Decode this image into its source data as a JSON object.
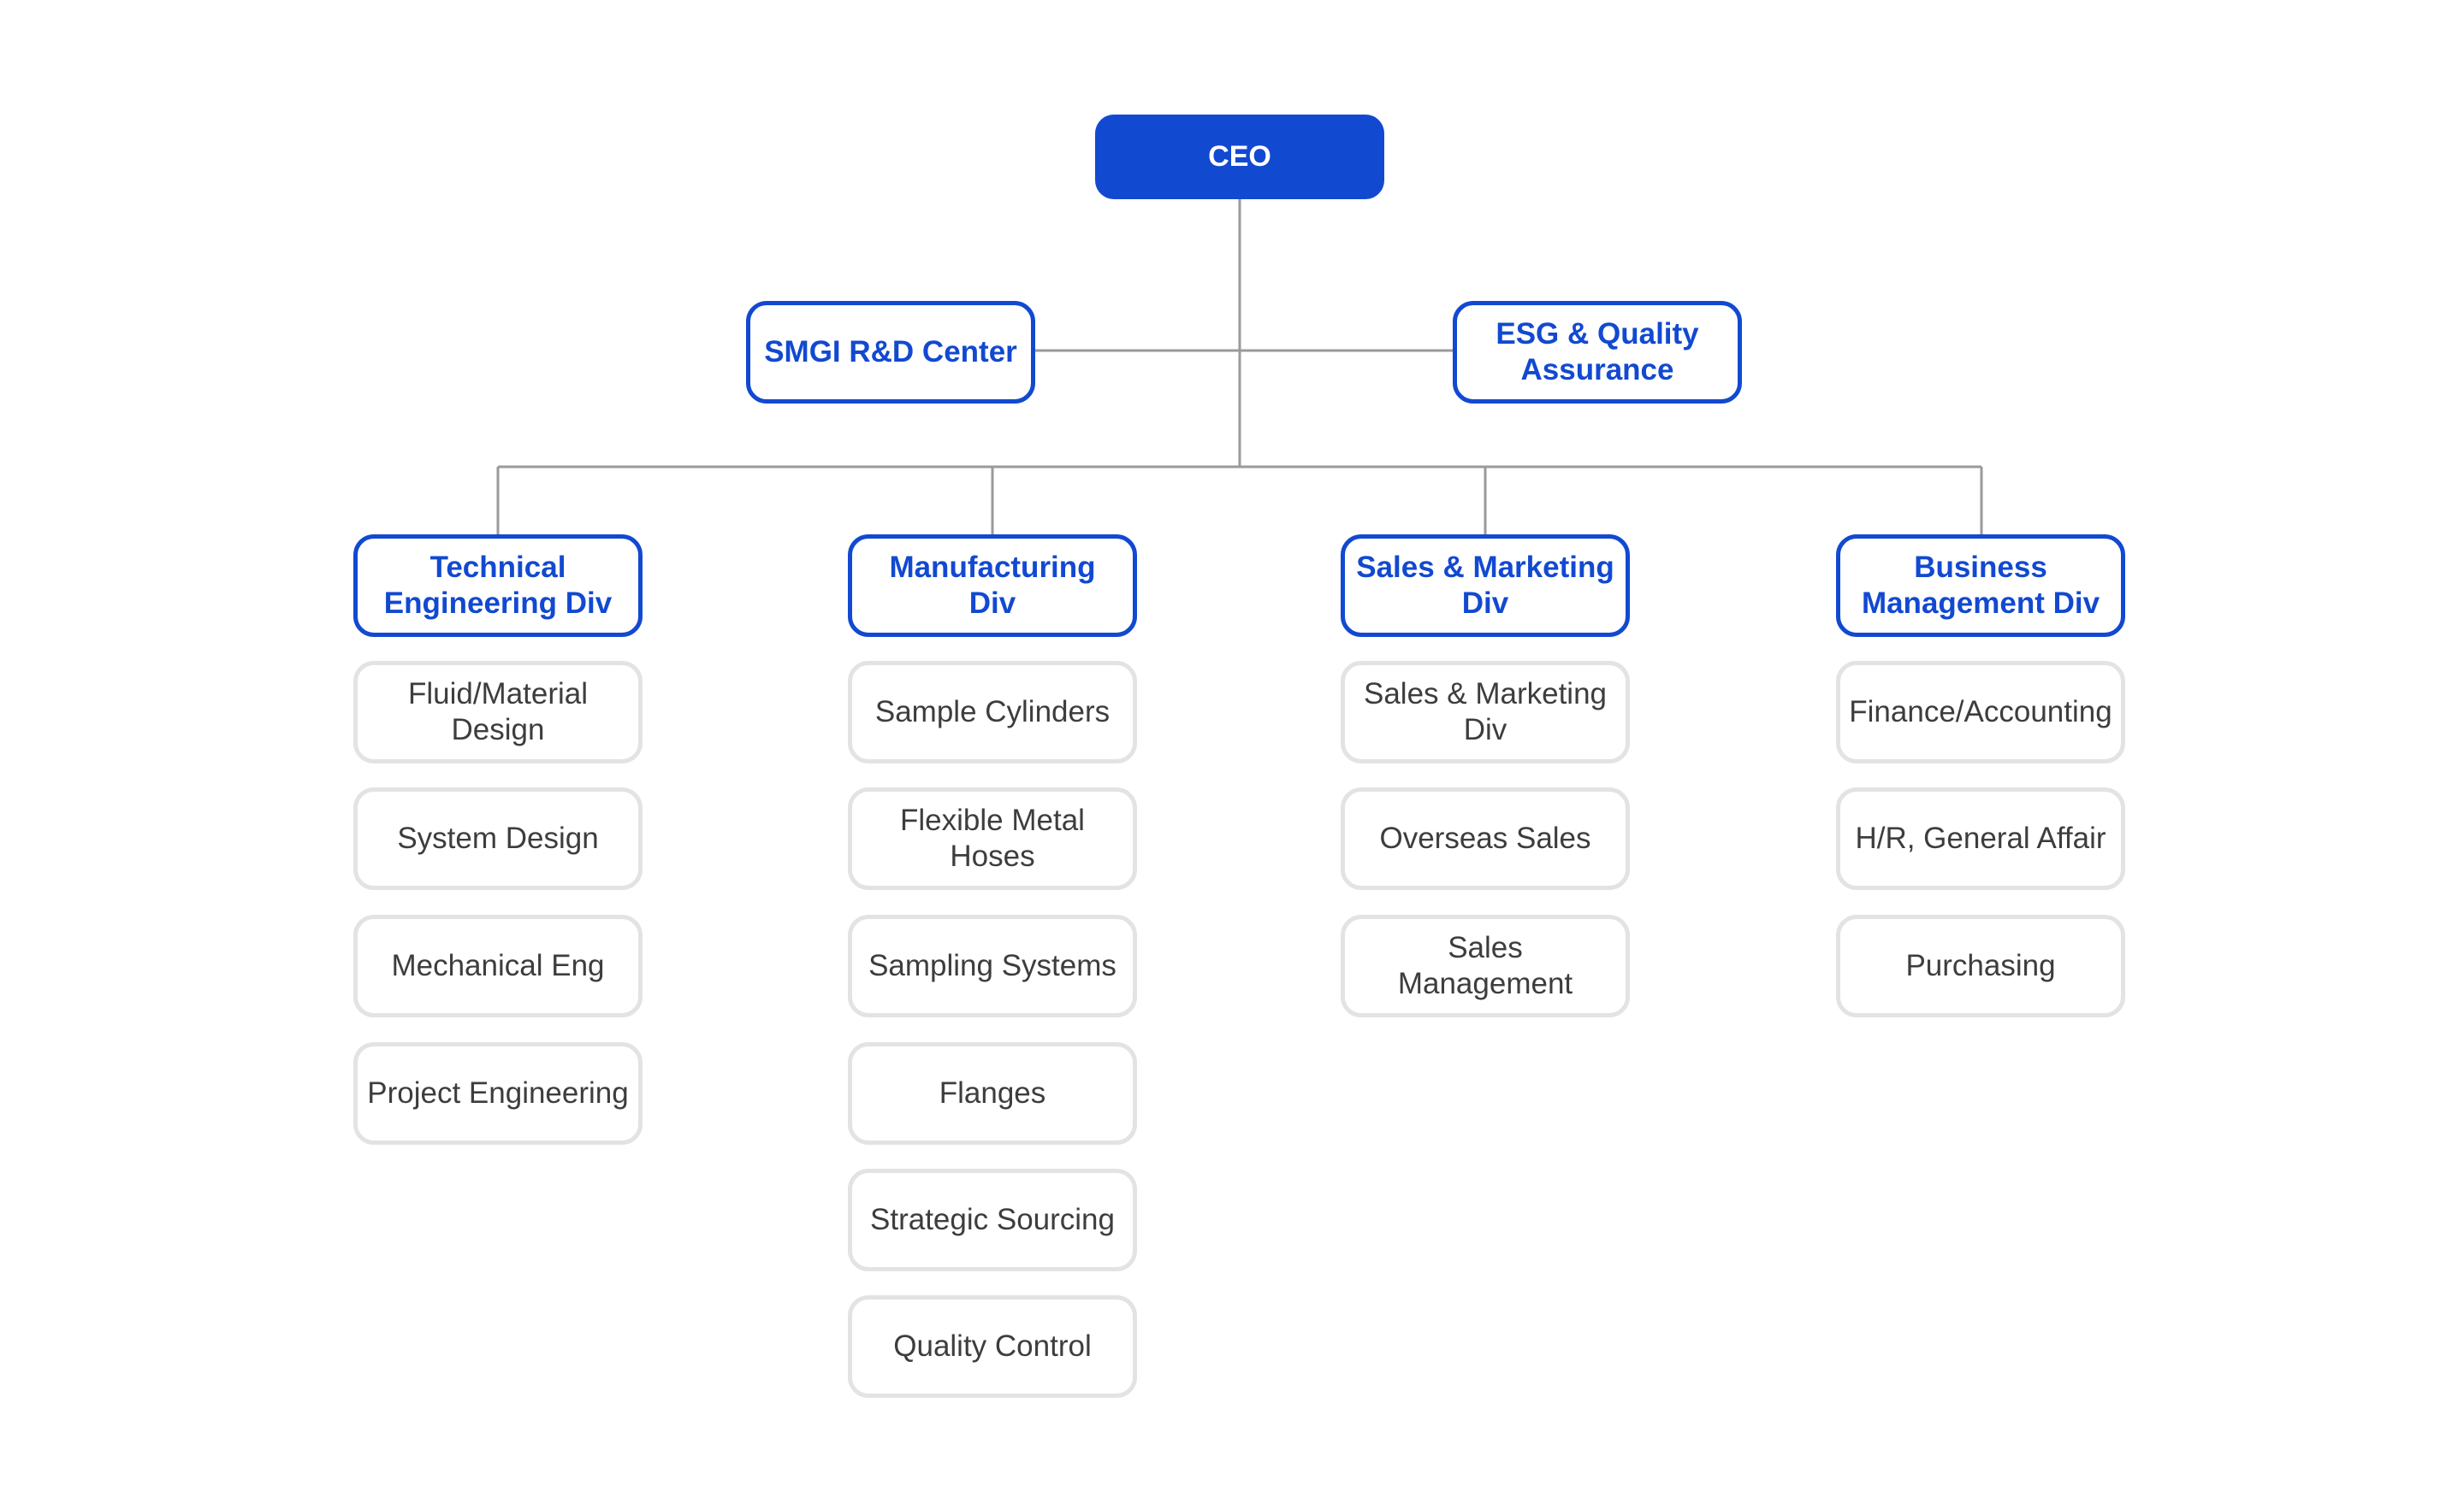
{
  "colors": {
    "primary_blue": "#1249d1",
    "connector_gray": "#9a9a9a",
    "department_border": "#e3e3e3",
    "department_text": "#3d3d3d"
  },
  "chart": {
    "ceo": "CEO",
    "staff": [
      "SMGI R&D Center",
      "ESG & Quality\nAssurance"
    ],
    "divisions": [
      {
        "name": "Technical\nEngineering Div",
        "departments": [
          "Fluid/Material\nDesign",
          "System Design",
          "Mechanical Eng",
          "Project Engineering"
        ]
      },
      {
        "name": "Manufacturing\nDiv",
        "departments": [
          "Sample Cylinders",
          "Flexible Metal\nHoses",
          "Sampling Systems",
          "Flanges",
          "Strategic Sourcing",
          "Quality Control"
        ]
      },
      {
        "name": "Sales & Marketing\nDiv",
        "departments": [
          "Sales & Marketing\nDiv",
          "Overseas Sales",
          "Sales\nManagement"
        ]
      },
      {
        "name": "Business\nManagement Div",
        "departments": [
          "Finance/Accounting",
          "H/R, General Affair",
          "Purchasing"
        ]
      }
    ]
  }
}
